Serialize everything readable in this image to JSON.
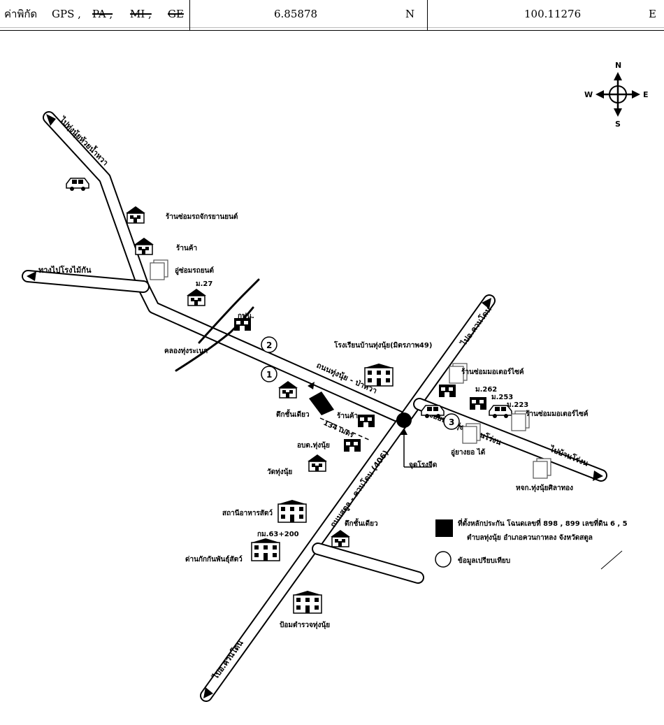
{
  "header": {
    "coord_label": "ค่าพิกัด",
    "gps": "GPS ,",
    "pa": "PA ,",
    "mi": "MI ,",
    "ge": "GE",
    "latitude": "6.85878",
    "lat_dir": "N",
    "longitude": "100.11276",
    "lon_dir": "E"
  },
  "compass": {
    "n": "N",
    "s": "S",
    "e": "E",
    "w": "W"
  },
  "roads": {
    "top_left": "ไปทุ่งนุ้ยห้วยน้ำหวา",
    "left_branch": "ทางไปโรงไม้กัน",
    "main_road": "ถนนทุ่งนุ้ย - ป่าหวา",
    "top_right": "ไปอ.ควนโดน",
    "right_branch": "ซอยบ้านทุ่ง - บ้านโร่งน",
    "right_end": "ไปบ้านโร่งน",
    "diagonal_road": "ถนนสตูล - ควนโดน (406)",
    "bottom_left": "ไปอ.ควนโดน"
  },
  "places": {
    "motorcycle_shop": "ร้านซ่อมรถจักรยานยนต์",
    "shop1": "ร้านค้า",
    "motorcycle_garage": "อู่ซ่อมรถยนต์",
    "m27": "ม.27",
    "gas": "กฟน.",
    "canal": "คลองทุ่งระเนก",
    "school": "โรงเรียนบ้านทุ่งนุ้ย(มิตรภาพ49)",
    "shophouse1": "ตึกชั้นเดียว",
    "shop2": "ร้านค้า",
    "distance": "134 เมตร",
    "tao": "อบต.ทุ่งนุ้ย",
    "temple": "วัดทุ่งนุ้ย",
    "vet": "สถานีอาหารสัตว์",
    "km_marker": "กม.63+200",
    "quarantine": "ด่านกักกันพันธุ์สัตว์",
    "shophouse2": "ตึกชั้นเดียว",
    "police": "ป้อมตำรวจทุ่งนุ้ย",
    "repair_shop1": "ร้านซ่อมมอเตอร์ไซค์",
    "m262": "ม.262",
    "m253": "ม.253",
    "m223": "ม.223",
    "repair_shop2": "ร้านซ่อมมอเตอร์ไซค์",
    "garage2": "อู่ยางยอ ได้",
    "partnership": "หจก.ทุ่งนุ้ยศิลาทอง",
    "landmark": "จุดโรงจีด"
  },
  "markers": {
    "m1": "1",
    "m2": "2",
    "m3": "3"
  },
  "legend": {
    "black_square": "ที่ตั้งหลักประกัน โฉนดเลขที่ 898 , 899 เลขที่ดิน 6 , 5",
    "black_square_line2": "ตำบลทุ่งนุ้ย อำเภอควนกาหลง จังหวัดสตูล",
    "circle": "ข้อมูลเปรียบเทียบ"
  }
}
